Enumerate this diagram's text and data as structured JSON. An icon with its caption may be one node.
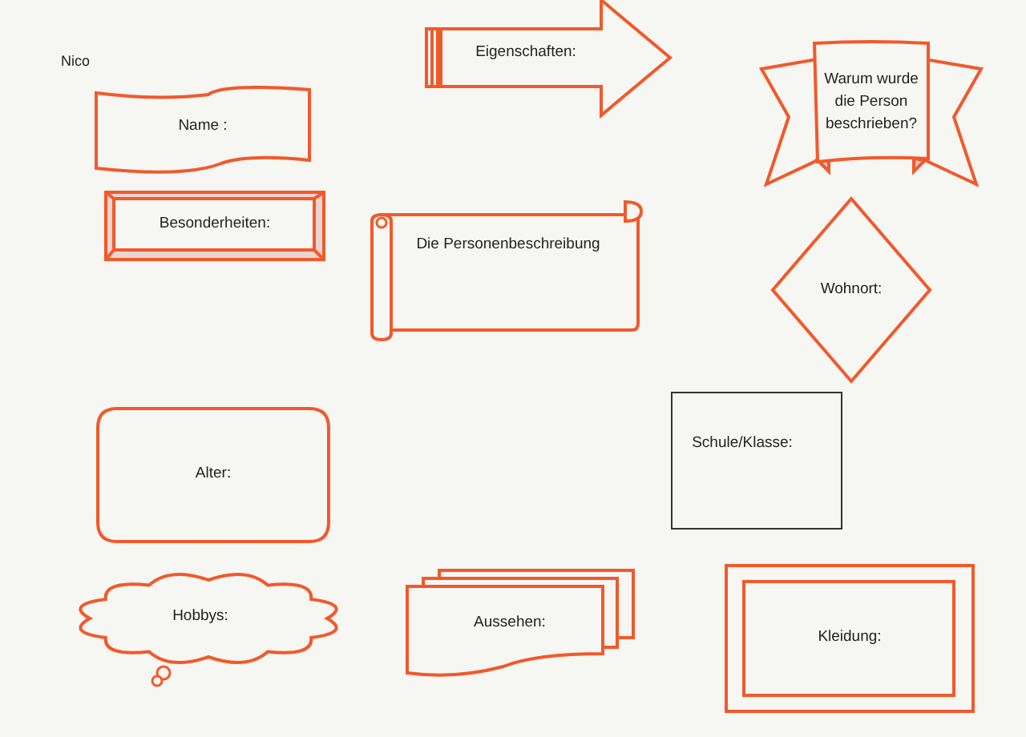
{
  "diagram": {
    "nodes": [
      {
        "text": [
          "Eigenschaften:"
        ]
      },
      {
        "text": [
          "Warum wurde die Person beschrieben?"
        ]
      },
      {
        "text": [
          "Name :"
        ]
      },
      {
        "text": [
          "Besonderheiten:"
        ]
      },
      {
        "text": [
          "Die Personenbeschreibung"
        ]
      },
      {
        "text": [
          "Wohnort:"
        ]
      },
      {
        "text": [
          "Alter:"
        ]
      },
      {
        "text": [
          "Schule/Klasse:"
        ]
      },
      {
        "text": [
          "Hobbys:"
        ]
      },
      {
        "text": [
          "Aussehen:"
        ]
      },
      {
        "text": [
          "Kleidung:"
        ]
      }
    ],
    "labels": [
      "Nico"
    ]
  }
}
